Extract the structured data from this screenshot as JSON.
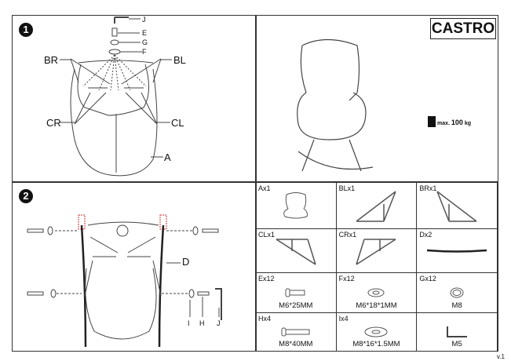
{
  "title": "CASTRO",
  "steps": [
    "1",
    "2"
  ],
  "step1": {
    "labels": {
      "J": "J",
      "E": "E",
      "G": "G",
      "F": "F",
      "BR": "BR",
      "BL": "BL",
      "CR": "CR",
      "CL": "CL",
      "A": "A"
    }
  },
  "step2": {
    "labels": {
      "D": "D",
      "I": "I",
      "H": "H",
      "J": "J"
    }
  },
  "max_load": {
    "prefix": "max.",
    "value": "100",
    "unit": "kg"
  },
  "parts": [
    {
      "id": "Ax1",
      "size": "",
      "icon": "chair-icon"
    },
    {
      "id": "BLx1",
      "size": "",
      "icon": "leg-frame-icon"
    },
    {
      "id": "BRx1",
      "size": "",
      "icon": "leg-frame-icon"
    },
    {
      "id": "CLx1",
      "size": "",
      "icon": "leg-frame-icon"
    },
    {
      "id": "CRx1",
      "size": "",
      "icon": "leg-frame-icon"
    },
    {
      "id": "Dx2",
      "size": "",
      "icon": "rocker-rail-icon"
    },
    {
      "id": "Ex12",
      "size": "M6*25MM",
      "icon": "bolt-icon"
    },
    {
      "id": "Fx12",
      "size": "M6*18*1MM",
      "icon": "washer-icon"
    },
    {
      "id": "Gx12",
      "size": "M8",
      "icon": "spring-washer-icon"
    },
    {
      "id": "Hx4",
      "size": "M8*40MM",
      "icon": "bolt-icon"
    },
    {
      "id": "Ix4",
      "size": "M8*16*1.5MM",
      "icon": "washer-icon"
    },
    {
      "id": "",
      "size": "M5",
      "icon": "allen-key-icon"
    }
  ],
  "version": "v.1"
}
